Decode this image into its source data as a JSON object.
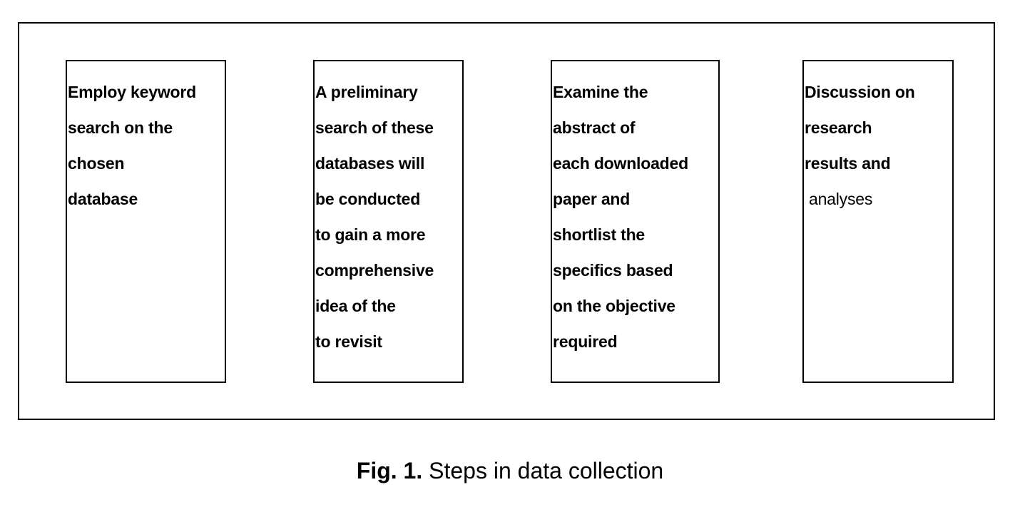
{
  "diagram": {
    "steps": [
      {
        "lines": [
          "Employ keyword",
          "search on the",
          "chosen",
          "database"
        ]
      },
      {
        "lines": [
          "A preliminary",
          "search of these",
          "databases will",
          "be conducted",
          "to gain a more",
          "comprehensive",
          "idea of the",
          "to revisit"
        ]
      },
      {
        "lines": [
          "Examine the",
          "abstract of",
          "each downloaded",
          "paper and",
          "shortlist the",
          "specifics based",
          "on the objective",
          "required"
        ]
      },
      {
        "lines": [
          "Discussion on",
          "research",
          "results and",
          "analyses"
        ]
      }
    ]
  },
  "caption": {
    "label": "Fig. 1.",
    "text": "Steps in data collection"
  }
}
